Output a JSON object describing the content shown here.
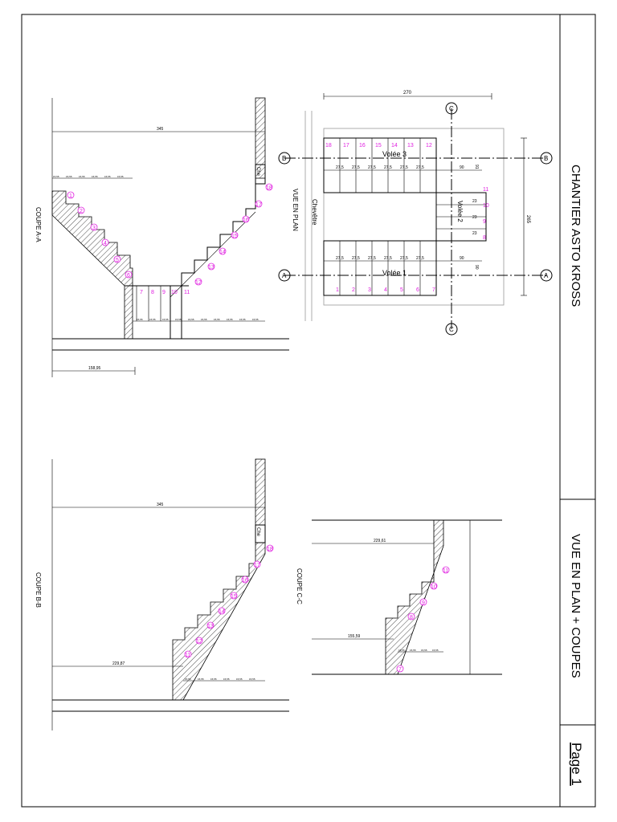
{
  "title_block": {
    "project": "CHANTIER ASTO KROSS",
    "subject": "VUE EN PLAN + COUPES",
    "page": "Page 1"
  },
  "plan": {
    "title": "VUE EN PLAN",
    "chevetre": "Chevêtre",
    "volee1": "Volée 1",
    "volee2": "Volée 2",
    "volee3": "Volée 3",
    "width": "270",
    "depth": "265",
    "tread": "27,5",
    "tread2": "23",
    "landing": "90",
    "landing3": "91",
    "sec_a": "A",
    "sec_b": "B",
    "sec_c": "C",
    "steps1": [
      "1",
      "2",
      "3",
      "4",
      "5",
      "6",
      "7"
    ],
    "steps2": [
      "8",
      "9",
      "10",
      "11"
    ],
    "steps3": [
      "12",
      "13",
      "14",
      "15",
      "16",
      "17",
      "18"
    ]
  },
  "coupe_aa": {
    "title": "COUPE A-A",
    "top_dim": "345",
    "bottom_dim": "158,95",
    "step_h": "15,55",
    "steps_left": [
      "1",
      "2",
      "3",
      "4",
      "5",
      "6"
    ],
    "steps_bottom": [
      "7",
      "8",
      "9",
      "10",
      "11"
    ],
    "steps_right": [
      "12",
      "13",
      "14",
      "15",
      "16",
      "17",
      "18"
    ],
    "che": "Che"
  },
  "coupe_bb": {
    "title": "COUPE B-B",
    "top_dim": "345",
    "left_dim": "229,87",
    "step_h": "15,55",
    "steps": [
      "11",
      "12",
      "13",
      "14",
      "15",
      "16",
      "17",
      "18"
    ],
    "che": "Che"
  },
  "coupe_cc": {
    "title": "COUPE C-C",
    "top_dim": "229,61",
    "left_dim": "155,59",
    "step_h": "15,55",
    "steps": [
      "7",
      "8",
      "9",
      "10",
      "11"
    ]
  }
}
